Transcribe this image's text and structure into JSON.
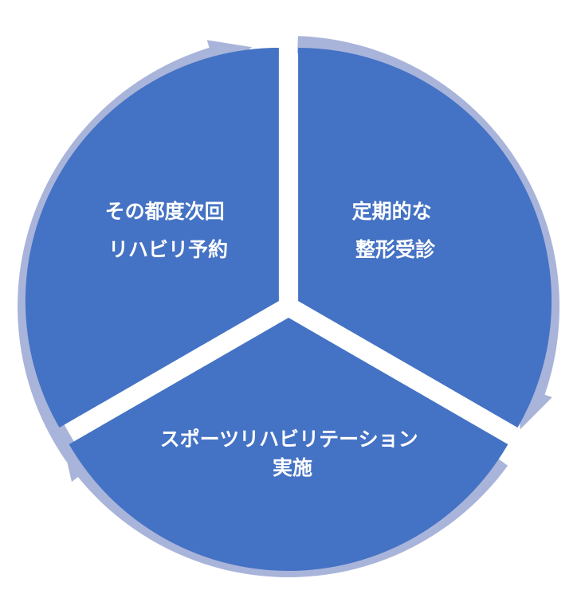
{
  "diagram": {
    "type": "cycle",
    "colors": {
      "segment_fill": "#4472C4",
      "arrow_ring": "#A9B4DA",
      "label_text": "#FFFFFF",
      "background": "#FFFFFF"
    },
    "segments": [
      {
        "id": "upper-left",
        "lines": [
          "その都度次回",
          "リハビリ予約"
        ]
      },
      {
        "id": "upper-right",
        "lines": [
          "定期的な",
          "整形受診"
        ]
      },
      {
        "id": "bottom",
        "lines": [
          "スポーツリハビリテーション",
          "実施"
        ]
      }
    ]
  }
}
